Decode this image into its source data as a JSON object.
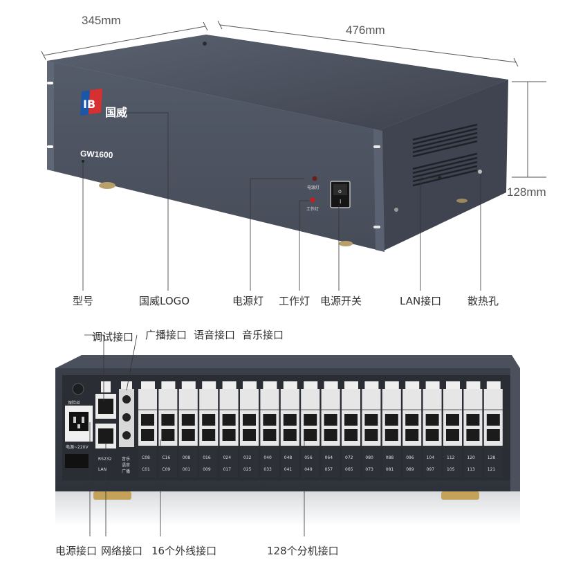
{
  "dimensions": {
    "depth": "345mm",
    "width": "476mm",
    "height": "128mm"
  },
  "brand": {
    "logo_mark": "IB",
    "logo_text": "国威",
    "model": "GW1600"
  },
  "front_panel": {
    "power_led_label": "电源灯",
    "work_led_label": "工作灯"
  },
  "top_labels": {
    "model": "型号",
    "logo": "国威LOGO",
    "power_light": "电源灯",
    "work_light": "工作灯",
    "power_switch": "电源开关",
    "lan_port": "LAN接口",
    "vent": "散热孔"
  },
  "back_top_labels": {
    "debug_port": "调试接口",
    "broadcast_port": "广播接口",
    "voice_port": "语音接口",
    "music_port": "音乐接口"
  },
  "back_panel": {
    "fuse": "保险丝",
    "power_spec": "电源~220V",
    "rs232": "RS232",
    "lan": "LAN",
    "audio_labels": [
      "音乐",
      "语音",
      "广播"
    ],
    "outer_line_ports": [
      [
        "C08",
        "C01"
      ],
      [
        "C16",
        "C09"
      ]
    ],
    "extension_ports": [
      [
        "008",
        "001"
      ],
      [
        "016",
        "009"
      ],
      [
        "024",
        "017"
      ],
      [
        "032",
        "025"
      ],
      [
        "040",
        "033"
      ],
      [
        "048",
        "041"
      ],
      [
        "056",
        "049"
      ],
      [
        "064",
        "057"
      ],
      [
        "072",
        "065"
      ],
      [
        "080",
        "073"
      ],
      [
        "088",
        "081"
      ],
      [
        "096",
        "089"
      ],
      [
        "104",
        "097"
      ],
      [
        "112",
        "105"
      ],
      [
        "120",
        "113"
      ],
      [
        "128",
        "121"
      ]
    ]
  },
  "bottom_labels": {
    "power_port": "电源接口",
    "network_port": "网络接口",
    "outer_lines": "16个外线接口",
    "extensions": "128个分机接口"
  }
}
